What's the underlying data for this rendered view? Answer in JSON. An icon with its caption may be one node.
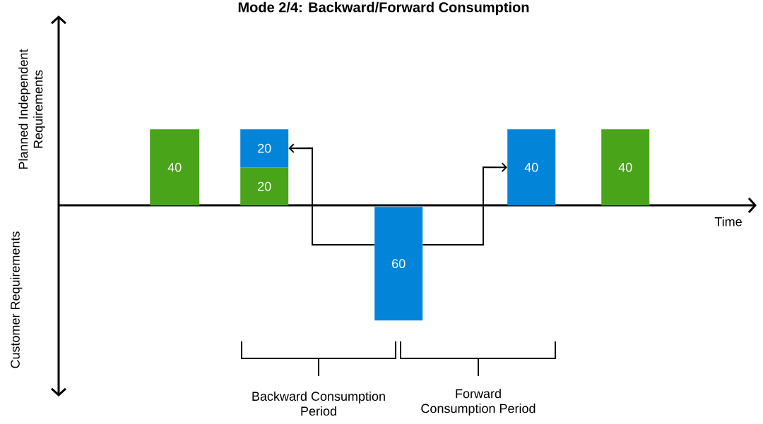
{
  "diagram": {
    "title": "Mode 2/4: Backward/Forward Consumption",
    "nodes": [
      {
        "text": [
          "40"
        ]
      },
      {
        "text": [
          "20"
        ]
      },
      {
        "text": [
          "20"
        ]
      },
      {
        "text": [
          "60"
        ]
      },
      {
        "text": [
          "40"
        ]
      },
      {
        "text": [
          "40"
        ]
      }
    ],
    "edges": [
      {
        "from": 3,
        "to": 1,
        "arrow": "to"
      },
      {
        "from": 3,
        "to": 4,
        "arrow": "to"
      }
    ],
    "labels": [
      "Planned Independent Requirements",
      "Time",
      "Customer Requirements",
      "Backward Consumption Period",
      "Forward Consumption Period"
    ]
  }
}
